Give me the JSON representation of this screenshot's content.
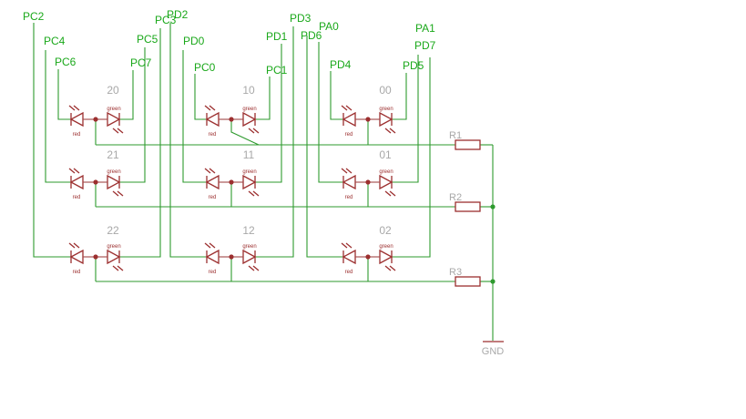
{
  "net_labels": [
    "PC2",
    "PC4",
    "PC6",
    "PC3",
    "PC5",
    "PC7",
    "PD2",
    "PD0",
    "PC0",
    "PD3",
    "PD1",
    "PC1",
    "PD6",
    "PA0",
    "PD4",
    "PA1",
    "PD7",
    "PD5"
  ],
  "cell_labels": [
    "20",
    "10",
    "00",
    "21",
    "11",
    "01",
    "22",
    "12",
    "02"
  ],
  "led_colors": {
    "left": "red",
    "right": "green"
  },
  "resistors": [
    "R1",
    "R2",
    "R3"
  ],
  "ground": "GND",
  "colors": {
    "wire": "#2e9a2e",
    "part": "#9c2f2f",
    "label": "#1aa81a",
    "muted": "#a8a8a8"
  }
}
